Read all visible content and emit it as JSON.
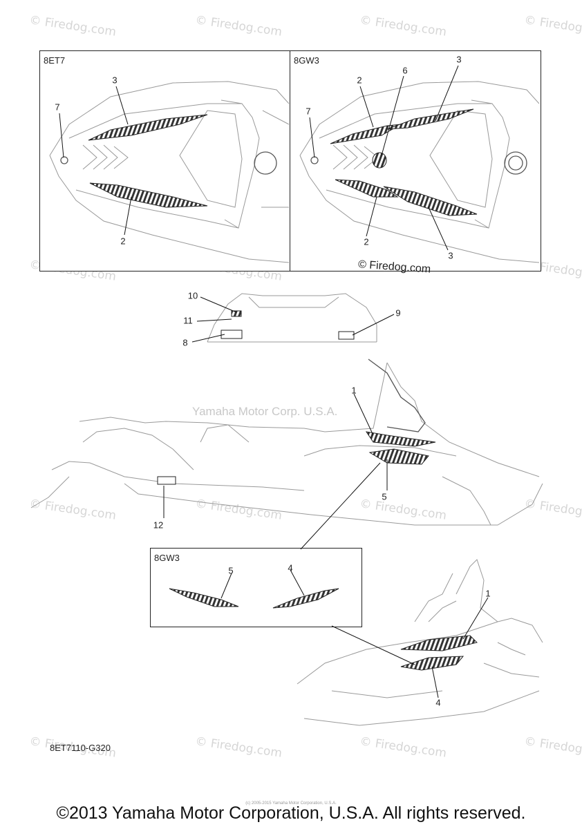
{
  "watermark_text": "© Firedog.com",
  "panels": {
    "top_left_label": "8ET7",
    "top_right_label": "8GW3",
    "inset_label": "8GW3"
  },
  "top_left_callouts": {
    "c3": "3",
    "c7": "7",
    "c2": "2"
  },
  "top_right_callouts": {
    "c2a": "2",
    "c6": "6",
    "c3a": "3",
    "c7": "7",
    "c2b": "2",
    "c3b": "3"
  },
  "inline_copyright": "© Firedog.com",
  "seat_callouts": {
    "c10": "10",
    "c11": "11",
    "c8": "8",
    "c9": "9"
  },
  "mid_watermark": "Yamaha Motor Corp. U.S.A.",
  "sled_callouts": {
    "c1": "1",
    "c5": "5",
    "c12": "12"
  },
  "inset_callouts": {
    "c5": "5",
    "c4": "4"
  },
  "bottom_callouts": {
    "c1": "1",
    "c4": "4"
  },
  "part_code": "8ET7110-G320",
  "footer": "©2013 Yamaha Motor Corporation, U.S.A. All rights reserved.",
  "footer_small": "(c) 2005-2015 Yamaha Motor Corporation, U.S.A."
}
